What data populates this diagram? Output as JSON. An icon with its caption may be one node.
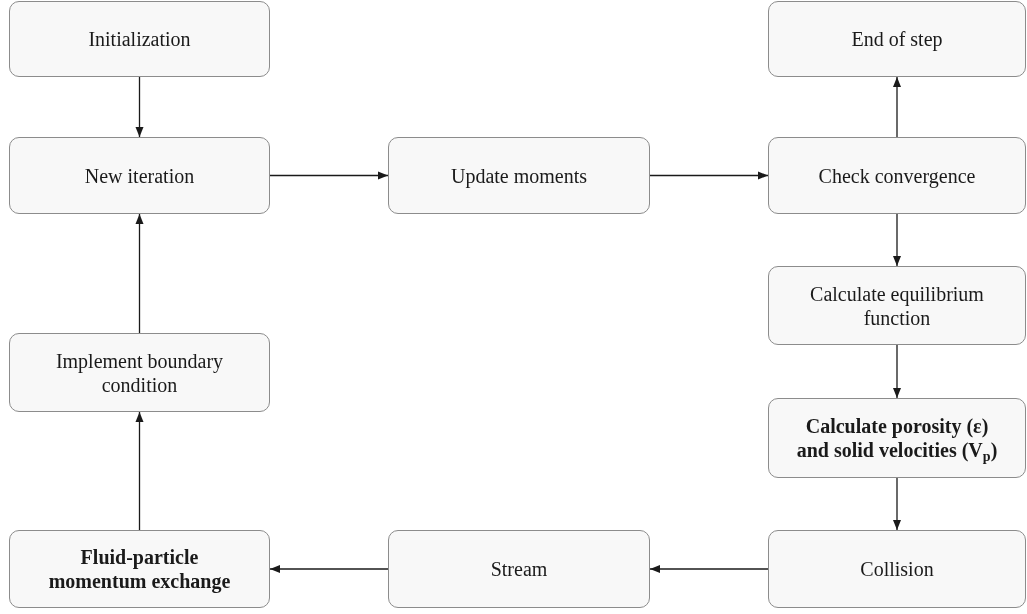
{
  "diagram": {
    "nodes": [
      {
        "text": [
          "Initialization"
        ]
      },
      {
        "text": [
          "New iteration"
        ]
      },
      {
        "text": [
          "Update moments"
        ]
      },
      {
        "text": [
          "End of step"
        ]
      },
      {
        "text": [
          "Check convergence"
        ]
      },
      {
        "text": [
          "Calculate equilibrium function"
        ]
      },
      {
        "text": [
          "Calculate porosity (ε) and solid velocities (V$_{p}$)"
        ]
      },
      {
        "text": [
          "Collision"
        ]
      },
      {
        "text": [
          "Stream"
        ]
      },
      {
        "text": [
          "Fluid-particle momentum exchange"
        ]
      },
      {
        "text": [
          "Implement boundary condition"
        ]
      }
    ],
    "edges": [
      {
        "from": 0,
        "to": 1,
        "arrow": "to"
      },
      {
        "from": 1,
        "to": 2,
        "arrow": "to"
      },
      {
        "from": 2,
        "to": 4,
        "arrow": "to"
      },
      {
        "from": 4,
        "to": 3,
        "arrow": "to"
      },
      {
        "from": 4,
        "to": 5,
        "arrow": "to"
      },
      {
        "from": 5,
        "to": 6,
        "arrow": "to"
      },
      {
        "from": 6,
        "to": 7,
        "arrow": "to"
      },
      {
        "from": 7,
        "to": 8,
        "arrow": "to"
      },
      {
        "from": 8,
        "to": 9,
        "arrow": "to"
      },
      {
        "from": 9,
        "to": 10,
        "arrow": "to"
      },
      {
        "from": 10,
        "to": 1,
        "arrow": "to"
      }
    ]
  }
}
